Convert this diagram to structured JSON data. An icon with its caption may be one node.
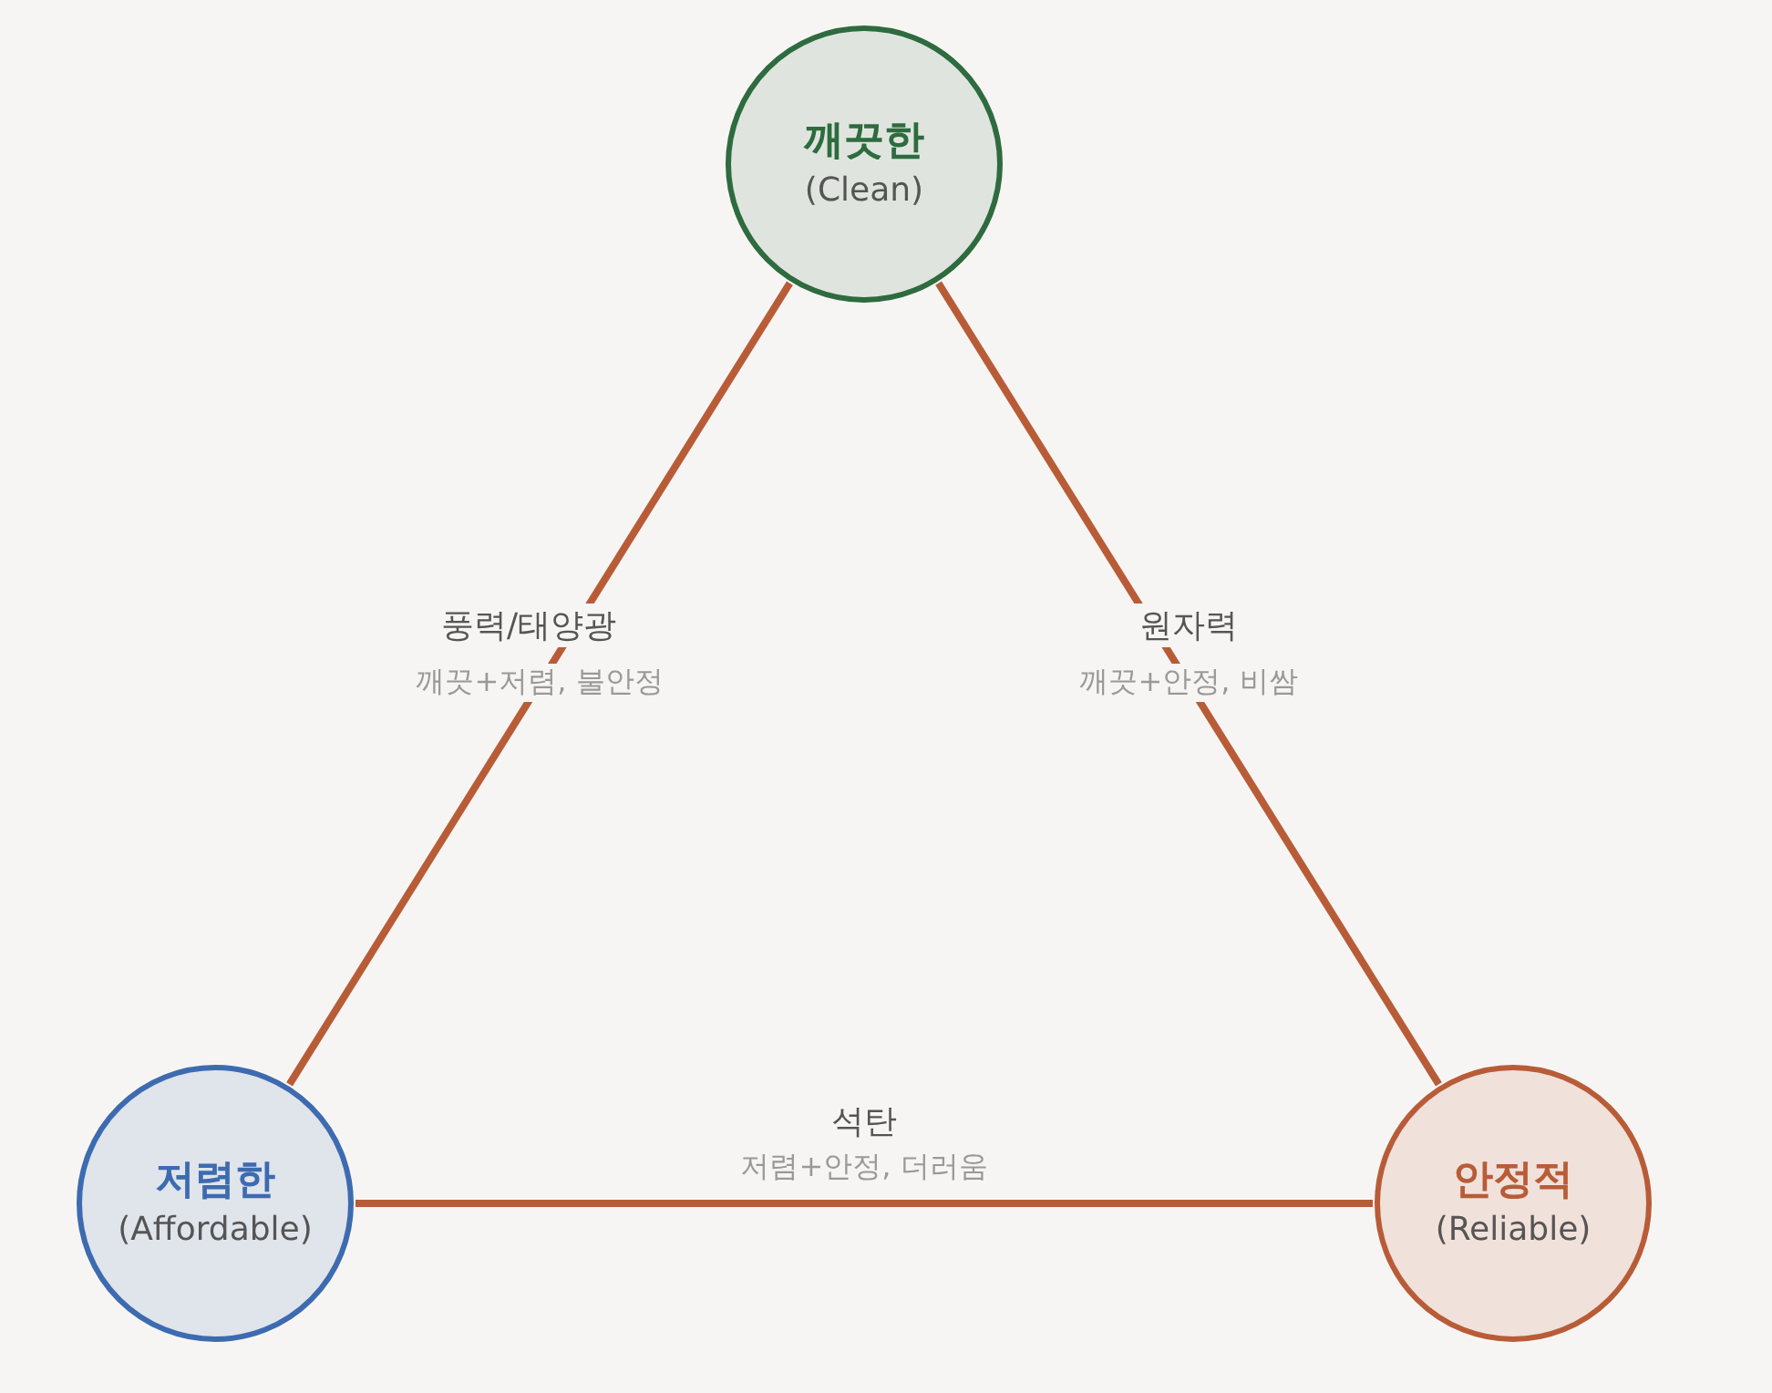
{
  "diagram": {
    "nodes": [
      {
        "text": [
          "깨끗한",
          "(Clean)"
        ]
      },
      {
        "text": [
          "저렴한",
          "(Affordable)"
        ]
      },
      {
        "text": [
          "안정적",
          "(Reliable)"
        ]
      }
    ],
    "edges": [
      {
        "from": 1,
        "to": 0,
        "arrow": "none",
        "label": "풍력/태양광"
      },
      {
        "from": 0,
        "to": 2,
        "arrow": "none",
        "label": "원자력"
      },
      {
        "from": 1,
        "to": 2,
        "arrow": "none",
        "label": "석탄"
      }
    ],
    "labels": [
      "깨끗+저렴, 불안정",
      "깨끗+안정, 비쌈",
      "저렴+안정, 더러움"
    ]
  }
}
